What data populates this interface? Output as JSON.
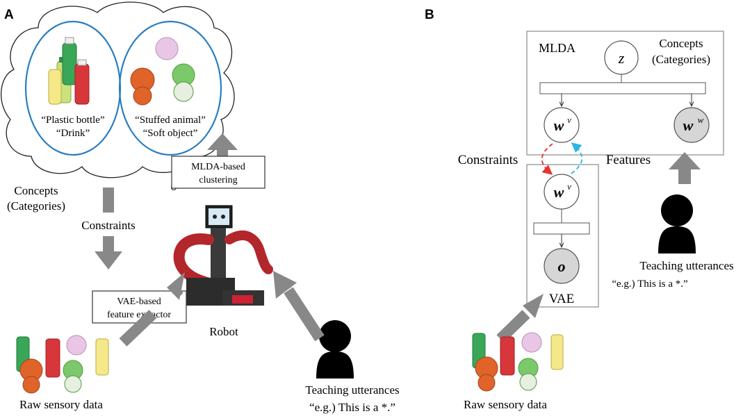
{
  "panel_a": {
    "label": "A",
    "cloud_group_1": {
      "line1": "“Plastic bottle”",
      "line2": "“Drink”"
    },
    "cloud_group_2": {
      "line1": "“Stuffed animal”",
      "line2": "“Soft object”"
    },
    "concepts": {
      "line1": "Concepts",
      "line2": "(Categories)"
    },
    "constraints": "Constraints",
    "mlda_box": {
      "line1": "MLDA-based",
      "line2": "clustering"
    },
    "vae_box": {
      "line1": "VAE-based",
      "line2": "feature extractor"
    },
    "robot": "Robot",
    "raw_sensory": "Raw sensory data",
    "teaching": {
      "line1": "Teaching utterances",
      "line2": "“e.g.) This is a *.”"
    }
  },
  "panel_b": {
    "label": "B",
    "mlda": "MLDA",
    "concepts": {
      "line1": "Concepts",
      "line2": "(Categories)"
    },
    "node_z": "z",
    "node_wv_top": "w",
    "node_wv_top_sup": "v",
    "node_ww": "w",
    "node_ww_sup": "w",
    "node_wv_bottom": "w",
    "node_wv_bottom_sup": "v",
    "node_o": "o",
    "constraints": "Constraints",
    "features": "Features",
    "vae": "VAE",
    "raw_sensory": "Raw sensory data",
    "teaching": {
      "line1": "Teaching utterances",
      "line2": "“e.g.) This is a *.”"
    }
  },
  "colors": {
    "arrow": "#888888",
    "ellipse": "#2a7dbf",
    "node_shaded": "#d6d6d6",
    "dashed_red": "#e8322d",
    "dashed_cyan": "#2bb6e0",
    "box_border": "#8a8a8a"
  }
}
